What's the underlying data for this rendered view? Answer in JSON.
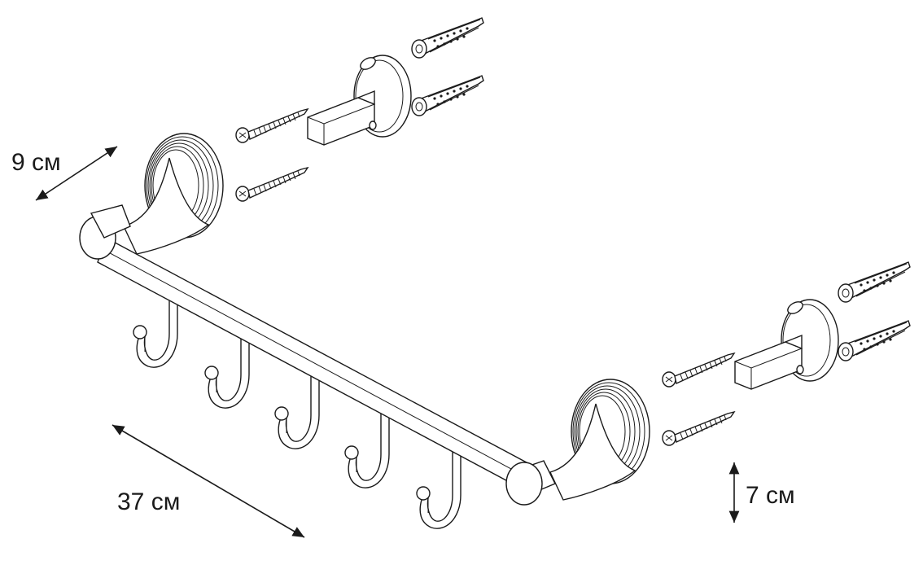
{
  "dimensions": {
    "depth_label": "9 см",
    "length_label": "37 см",
    "height_label": "7 см"
  }
}
